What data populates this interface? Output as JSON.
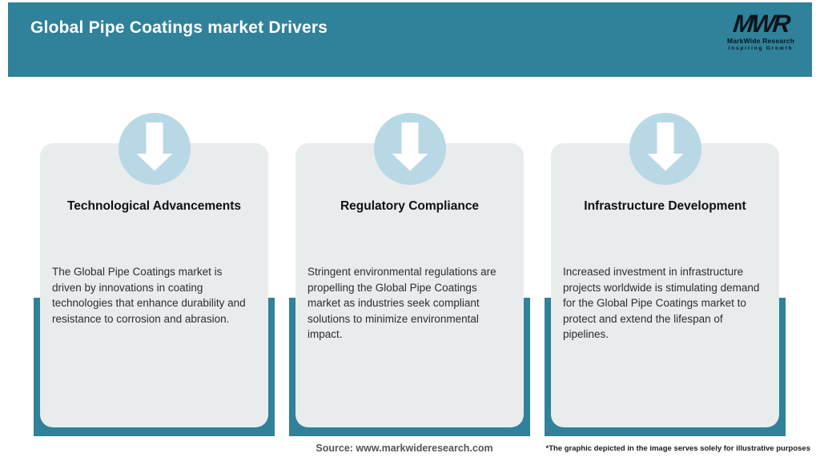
{
  "header": {
    "title": "Global Pipe Coatings market Drivers"
  },
  "logo": {
    "acronym": "MWR",
    "name": "MarkWide Research",
    "tagline": "Inspiring Growth"
  },
  "cards": [
    {
      "title": "Technological Advancements",
      "description": "The Global Pipe Coatings market is\ndriven by innovations in coating\ntechnologies that enhance durability and\nresistance to corrosion and abrasion.",
      "icon": "down-arrow-icon"
    },
    {
      "title": "Regulatory Compliance",
      "description": "Stringent environmental regulations are\npropelling the Global Pipe Coatings\nmarket as industries seek compliant\nsolutions to minimize environmental\nimpact.",
      "icon": "down-arrow-icon"
    },
    {
      "title": "Infrastructure Development",
      "description": "Increased investment in infrastructure\nprojects worldwide is stimulating demand\nfor the Global Pipe Coatings market to\nprotect and extend the lifespan of\npipelines.",
      "icon": "down-arrow-icon"
    }
  ],
  "footer": {
    "source": "Source: www.markwideresearch.com",
    "disclaimer": "*The graphic depicted in the image serves solely for illustrative purposes"
  },
  "colors": {
    "teal": "#30819a",
    "light_blue": "#b8d8e5",
    "card_bg": "#e8ecec",
    "arrow": "#ffffff"
  }
}
